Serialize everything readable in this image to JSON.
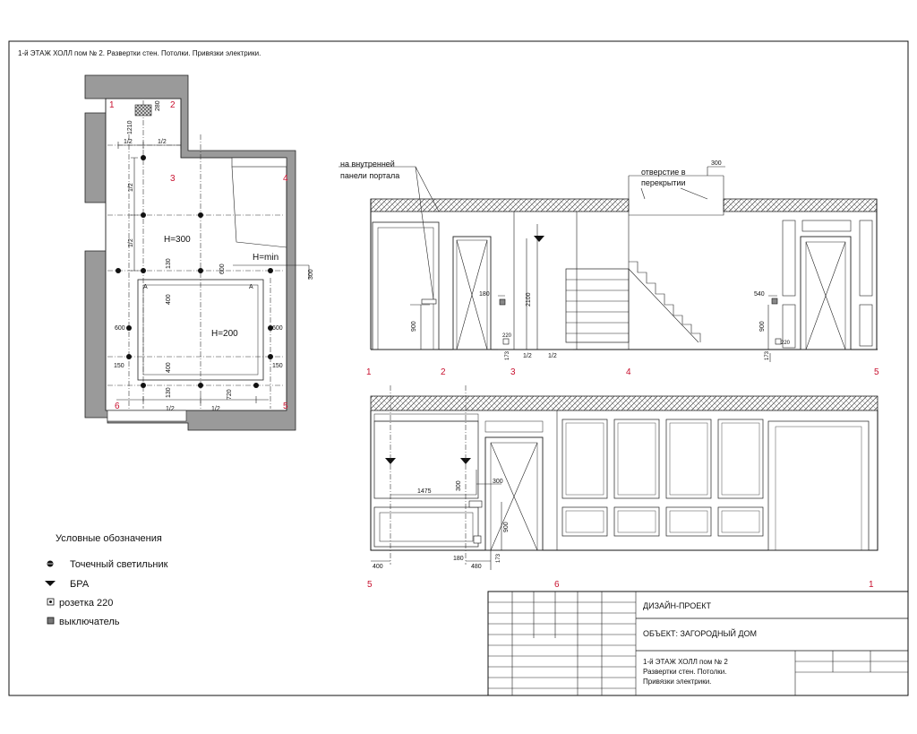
{
  "sheet_title": "1-й ЭТАЖ  ХОЛЛ пом № 2. Развертки стен. Потолки. Привязки электрики.",
  "plan": {
    "wall_numbers": [
      "1",
      "2",
      "3",
      "4",
      "5",
      "6"
    ],
    "height_labels": {
      "upper": "H=300",
      "lower": "H=200",
      "min": "H=min"
    },
    "section_marks": [
      "A",
      "A"
    ],
    "dims": {
      "d1210": "1210",
      "d280": "280",
      "half": "1/2",
      "d130": "130",
      "d400": "400",
      "d600": "600",
      "d300": "300",
      "d150": "150",
      "d720": "720"
    }
  },
  "elevation_top": {
    "notes": {
      "portal_panel": [
        "на внутренней",
        "панели портала"
      ],
      "opening": [
        "отверстие в",
        "перекрытии"
      ]
    },
    "dims": {
      "d300": "300",
      "d180": "180",
      "d2100": "2100",
      "d900": "900",
      "d540": "540",
      "d220": "220",
      "d173": "173",
      "half": "1/2"
    },
    "axis_labels": [
      "1",
      "2",
      "3",
      "4",
      "5"
    ]
  },
  "elevation_bottom": {
    "dims": {
      "d1475": "1475",
      "d300": "300",
      "d900": "900",
      "d180": "180",
      "d480": "480",
      "d400": "400",
      "d173": "173"
    },
    "axis_labels": [
      "5",
      "6",
      "1"
    ]
  },
  "legend": {
    "title": "Условные обозначения",
    "items": [
      {
        "icon": "spot-light-icon",
        "label": "Точечный светильник"
      },
      {
        "icon": "wall-sconce-icon",
        "label": "БРА"
      },
      {
        "icon": "socket-220-icon",
        "label": "розетка  220"
      },
      {
        "icon": "switch-icon",
        "label": "выключатель"
      }
    ]
  },
  "title_block": {
    "project": "ДИЗАЙН-ПРОЕКТ",
    "object": "ОБЪЕКТ: ЗАГОРОДНЫЙ ДОМ",
    "sheet": [
      "1-й ЭТАЖ  ХОЛЛ пом № 2",
      "Развертки стен. Потолки.",
      "Привязки электрики."
    ]
  },
  "colors": {
    "line": "#111111",
    "wall_fill": "#9a9a9a",
    "red_numbers": "#c8102e"
  }
}
